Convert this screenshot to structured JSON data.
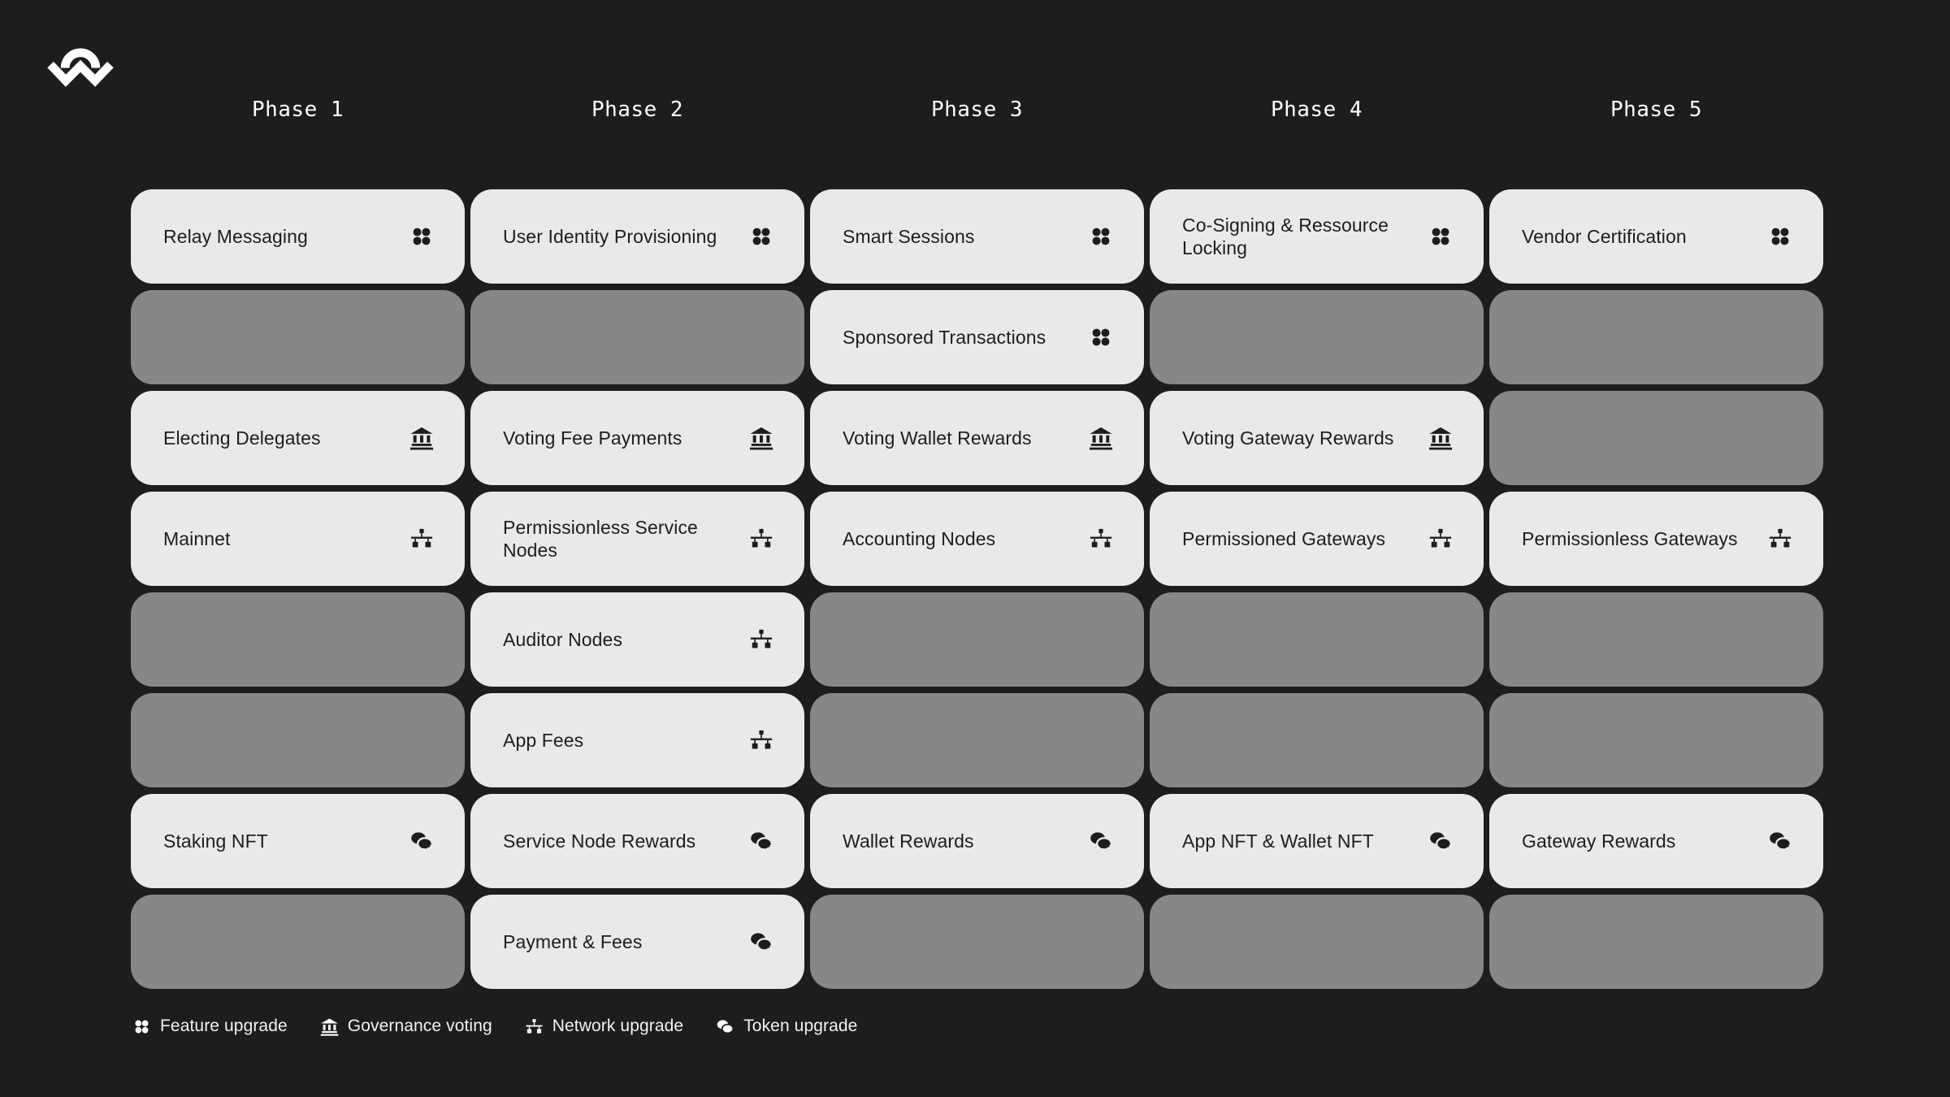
{
  "header": {
    "logo_icon": "walletconnect-logo-icon"
  },
  "phases": [
    "Phase 1",
    "Phase 2",
    "Phase 3",
    "Phase 4",
    "Phase 5"
  ],
  "colors": {
    "background": "#1d1d1f",
    "card": "#e9e9e9",
    "placeholder": "#878787",
    "card_text": "#1d1d1f",
    "header_text": "#ffffff",
    "legend_text": "#f2f2f2"
  },
  "grid": {
    "rows": [
      {
        "cells": [
          {
            "type": "card",
            "label": "Relay Messaging",
            "icon": "feature-upgrade-icon"
          },
          {
            "type": "card",
            "label": "User Identity Provisioning",
            "icon": "feature-upgrade-icon"
          },
          {
            "type": "card",
            "label": "Smart Sessions",
            "icon": "feature-upgrade-icon"
          },
          {
            "type": "card",
            "label": "Co-Signing & Ressource Locking",
            "icon": "feature-upgrade-icon"
          },
          {
            "type": "card",
            "label": "Vendor Certification",
            "icon": "feature-upgrade-icon"
          }
        ]
      },
      {
        "cells": [
          {
            "type": "placeholder"
          },
          {
            "type": "placeholder"
          },
          {
            "type": "card",
            "label": "Sponsored Transactions",
            "icon": "feature-upgrade-icon"
          },
          {
            "type": "placeholder"
          },
          {
            "type": "placeholder"
          }
        ]
      },
      {
        "cells": [
          {
            "type": "card",
            "label": "Electing Delegates",
            "icon": "governance-voting-icon"
          },
          {
            "type": "card",
            "label": "Voting Fee Payments",
            "icon": "governance-voting-icon"
          },
          {
            "type": "card",
            "label": "Voting Wallet Rewards",
            "icon": "governance-voting-icon"
          },
          {
            "type": "card",
            "label": "Voting Gateway Rewards",
            "icon": "governance-voting-icon"
          },
          {
            "type": "placeholder"
          }
        ]
      },
      {
        "cells": [
          {
            "type": "card",
            "label": "Mainnet",
            "icon": "network-upgrade-icon"
          },
          {
            "type": "card",
            "label": "Permissionless Service Nodes",
            "icon": "network-upgrade-icon"
          },
          {
            "type": "card",
            "label": "Accounting Nodes",
            "icon": "network-upgrade-icon"
          },
          {
            "type": "card",
            "label": "Permissioned Gateways",
            "icon": "network-upgrade-icon"
          },
          {
            "type": "card",
            "label": "Permissionless Gateways",
            "icon": "network-upgrade-icon"
          }
        ]
      },
      {
        "cells": [
          {
            "type": "placeholder"
          },
          {
            "type": "card",
            "label": "Auditor Nodes",
            "icon": "network-upgrade-icon"
          },
          {
            "type": "placeholder"
          },
          {
            "type": "placeholder"
          },
          {
            "type": "placeholder"
          }
        ]
      },
      {
        "cells": [
          {
            "type": "placeholder"
          },
          {
            "type": "card",
            "label": "App Fees",
            "icon": "network-upgrade-icon"
          },
          {
            "type": "placeholder"
          },
          {
            "type": "placeholder"
          },
          {
            "type": "placeholder"
          }
        ]
      },
      {
        "cells": [
          {
            "type": "card",
            "label": "Staking NFT",
            "icon": "token-upgrade-icon"
          },
          {
            "type": "card",
            "label": "Service Node Rewards",
            "icon": "token-upgrade-icon"
          },
          {
            "type": "card",
            "label": "Wallet Rewards",
            "icon": "token-upgrade-icon"
          },
          {
            "type": "card",
            "label": "App NFT & Wallet NFT",
            "icon": "token-upgrade-icon"
          },
          {
            "type": "card",
            "label": "Gateway Rewards",
            "icon": "token-upgrade-icon"
          }
        ]
      },
      {
        "cells": [
          {
            "type": "placeholder"
          },
          {
            "type": "card",
            "label": "Payment & Fees",
            "icon": "token-upgrade-icon"
          },
          {
            "type": "placeholder"
          },
          {
            "type": "placeholder"
          },
          {
            "type": "placeholder"
          }
        ]
      }
    ]
  },
  "legend": [
    {
      "icon": "feature-upgrade-icon",
      "label": "Feature upgrade"
    },
    {
      "icon": "governance-voting-icon",
      "label": "Governance voting"
    },
    {
      "icon": "network-upgrade-icon",
      "label": "Network upgrade"
    },
    {
      "icon": "token-upgrade-icon",
      "label": "Token upgrade"
    }
  ]
}
